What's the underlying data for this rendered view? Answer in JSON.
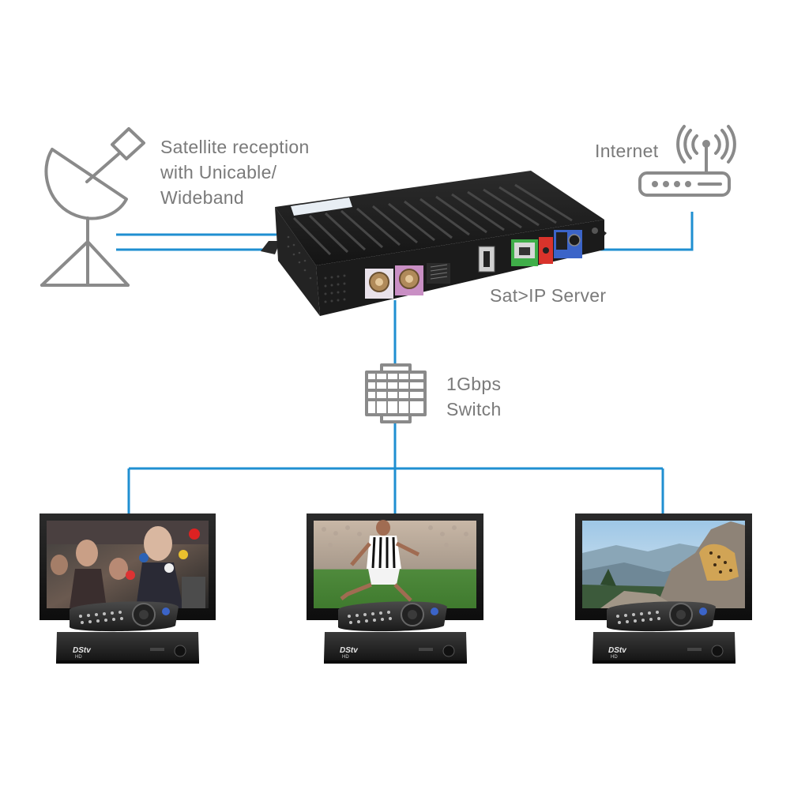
{
  "labels": {
    "satellite": [
      "Satellite reception",
      "with Unicable/",
      "Wideband"
    ],
    "internet": "Internet",
    "server": "Sat>IP Server",
    "switch": [
      "1Gbps",
      "Switch"
    ]
  },
  "receiver_brand": "DStv",
  "receiver_model": "HD",
  "colors": {
    "connection_line": "#1f8fd1",
    "icon_gray": "#8a8a8a",
    "label_text": "#7a7a7a",
    "server_body": "#1e1e1e",
    "port_green": "#3fae49",
    "port_red": "#d9332b",
    "port_blue": "#3b64c8",
    "port_pink": "#c98fc4"
  },
  "icons": {
    "dish": "satellite-dish-icon",
    "router": "wifi-router-icon",
    "switch": "network-switch-icon"
  }
}
